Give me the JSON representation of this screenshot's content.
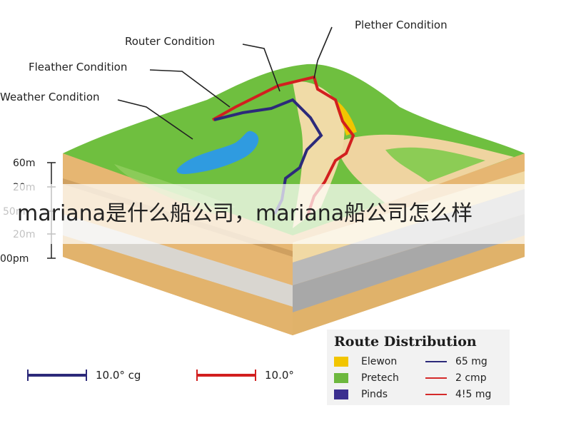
{
  "callouts": {
    "pleather": "Plether Condition",
    "router": "Router Condition",
    "fleather": "Fleather Condition",
    "weather": "Weather Condition"
  },
  "scale": {
    "labels": [
      "60m",
      "20m",
      "50m",
      "20m",
      "00pm"
    ]
  },
  "banner": {
    "title": "mariana是什么船公司，mariana船公司怎么样"
  },
  "legend": {
    "title": "Route Distribution",
    "rows": [
      {
        "label": "Elewon",
        "value": "65 mg",
        "swatch": "#f2c500",
        "line": "#2c2a7a"
      },
      {
        "label": "Pretech",
        "value": "2 cmp",
        "swatch": "#6db83e",
        "line": "#d42a2a"
      },
      {
        "label": "Pinds",
        "value": "4!5 mg",
        "swatch": "#3b2f8f",
        "line": "#d42a2a"
      }
    ]
  },
  "bottom_scale": {
    "navy": {
      "label": "10.0° cg",
      "color": "#2c2a7a"
    },
    "red": {
      "label": "10.0°",
      "color": "#d21f1f"
    }
  },
  "colors": {
    "grass": "#6fbf3f",
    "grass_light": "#9fd46a",
    "sand": "#e9c98a",
    "stone": "#b5b5b5",
    "water": "#2f9be0",
    "route_red": "#d21f1f",
    "route_navy": "#2c2a7a",
    "route_yellow": "#f2c500"
  }
}
